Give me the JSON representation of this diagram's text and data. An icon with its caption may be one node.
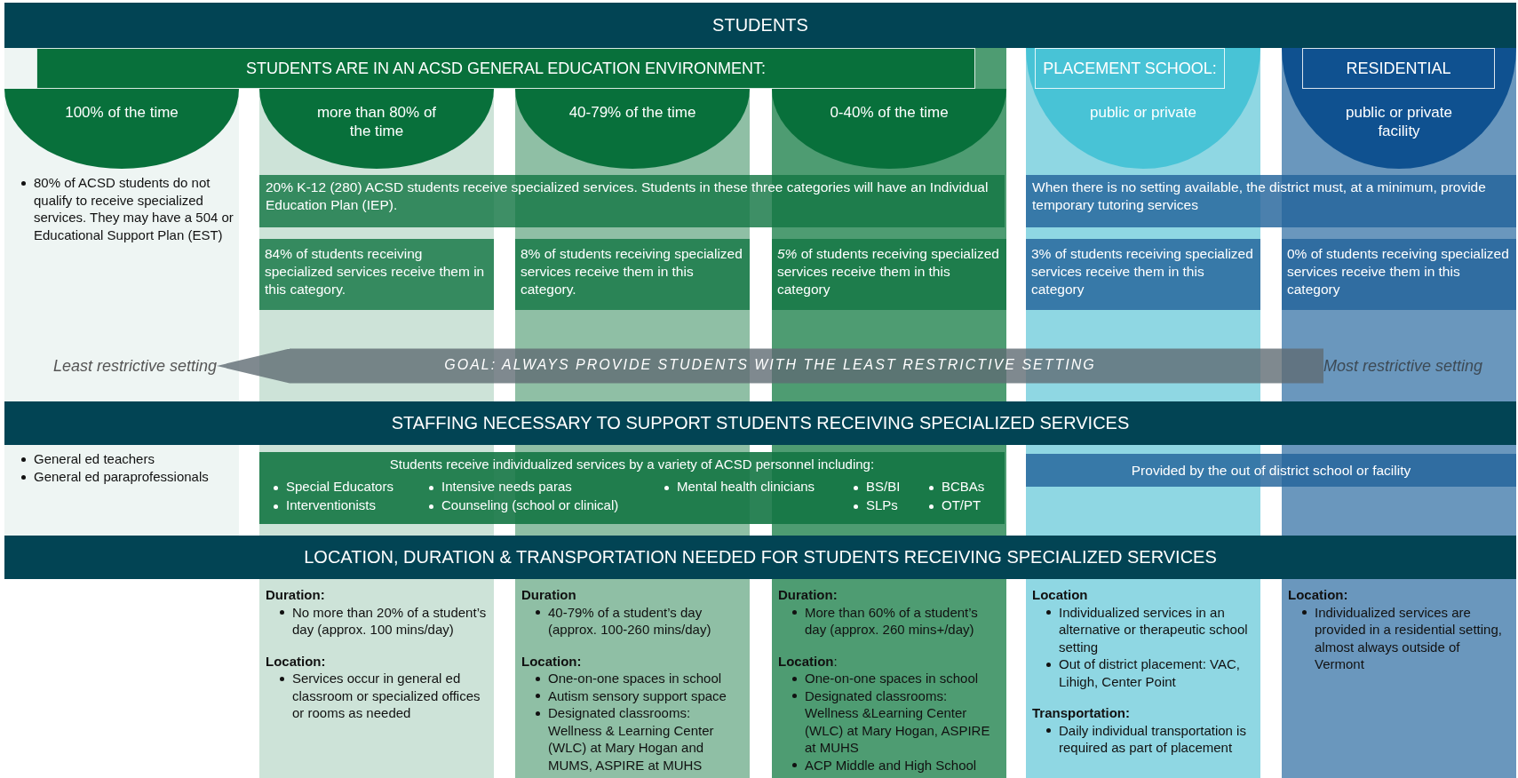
{
  "diagram": {
    "nodes": [
      {
        "text": [
          "STUDENTS"
        ]
      },
      {
        "text": [
          "STUDENTS ARE IN AN ACSD GENERAL EDUCATION ENVIRONMENT:"
        ]
      },
      {
        "text": [
          "PLACEMENT SCHOOL:"
        ],
        "in": 8
      },
      {
        "text": [
          "RESIDENTIAL"
        ],
        "in": 9
      },
      {
        "text": [
          "100% of the time"
        ]
      },
      {
        "text": [
          "more than 80% of the time"
        ]
      },
      {
        "text": [
          "40-79% of the time"
        ]
      },
      {
        "text": [
          "0-40% of the time"
        ]
      },
      {
        "text": [
          "public or private"
        ]
      },
      {
        "text": [
          "public or private facility"
        ]
      },
      {
        "text": [
          "20% K-12 (280) ACSD students receive specialized services. Students in these three categories will have an Individual Education Plan (IEP)."
        ]
      },
      {
        "text": [
          "When there is no setting available, the district must, at a minimum, provide temporary tutoring services"
        ]
      },
      {
        "text": [
          "84% of students receiving specialized services receive them in this category."
        ]
      },
      {
        "text": [
          "8% of students receiving specialized services receive them in this category."
        ]
      },
      {
        "text": [
          "*5%* of students receiving specialized services receive them in this category"
        ]
      },
      {
        "text": [
          "3% of students receiving specialized services receive them in this category"
        ]
      },
      {
        "text": [
          "0% of students receiving specialized services receive them in this category"
        ]
      },
      {
        "text": [
          "Least restrictive setting"
        ]
      },
      {
        "text": [
          "Most restrictive setting"
        ]
      },
      {
        "text": [
          "STAFFING NECESSARY TO SUPPORT STUDENTS RECEIVING SPECIALIZED SERVICES"
        ]
      },
      {
        "text": [
          "Students receive individualized services by a variety of ACSD personnel including:",
          "Special Educators",
          "Intensive needs paras",
          "Mental health clinicians",
          "BS/BI",
          "BCBAs",
          "Interventionists",
          "Counseling (school or clinical)",
          "SLPs",
          "OT/PT"
        ]
      },
      {
        "text": [
          "Provided by the out of district school or facility"
        ]
      },
      {
        "text": [
          "LOCATION, DURATION & TRANSPORTATION NEEDED FOR STUDENTS RECEIVING SPECIALIZED SERVICES"
        ]
      },
      {
        "text": [
          "Duration:",
          "No more than 20% of a student’s day (approx. 100 mins/day)",
          "Location:",
          "Services occur in general ed classroom or specialized offices or rooms as needed"
        ]
      },
      {
        "text": [
          "Duration",
          "40-79% of a student’s day (approx. 100-260 mins/day)",
          "Location:",
          "One-on-one spaces in school",
          "Autism sensory support space",
          "Designated classrooms: Wellness & Learning Center (WLC) at Mary Hogan and MUMS, ASPIRE at MUHS"
        ]
      },
      {
        "text": [
          "Duration:",
          "More than 60% of a student’s day (approx. 260 mins+/day)",
          "**Location**:",
          "One-on-one spaces in school",
          "Designated classrooms: Wellness &Learning Center (WLC) at Mary Hogan, ASPIRE at MUHS",
          "ACP Middle and High School"
        ]
      },
      {
        "text": [
          "Location",
          "Individualized services in an alternative or therapeutic school setting",
          "Out of district placement: VAC, Lihigh, Center Point",
          "Transportation:",
          "Daily individual transportation is required as part of placement"
        ]
      },
      {
        "text": [
          "Location:",
          "Individualized services are provided in a residential setting, almost always outside of Vermont"
        ]
      }
    ],
    "edges": [
      {
        "from": 18,
        "to": 17,
        "arrow": "to",
        "label": "GOAL: ALWAYS PROVIDE STUDENTS WITH THE LEAST RESTRICTIVE SETTING"
      }
    ],
    "labels": [
      "80% of ACSD students do not qualify to receive specialized services. They may have a 504 or Educational Support Plan (EST)",
      "General ed teachers",
      "General ed paraprofessionals"
    ]
  }
}
